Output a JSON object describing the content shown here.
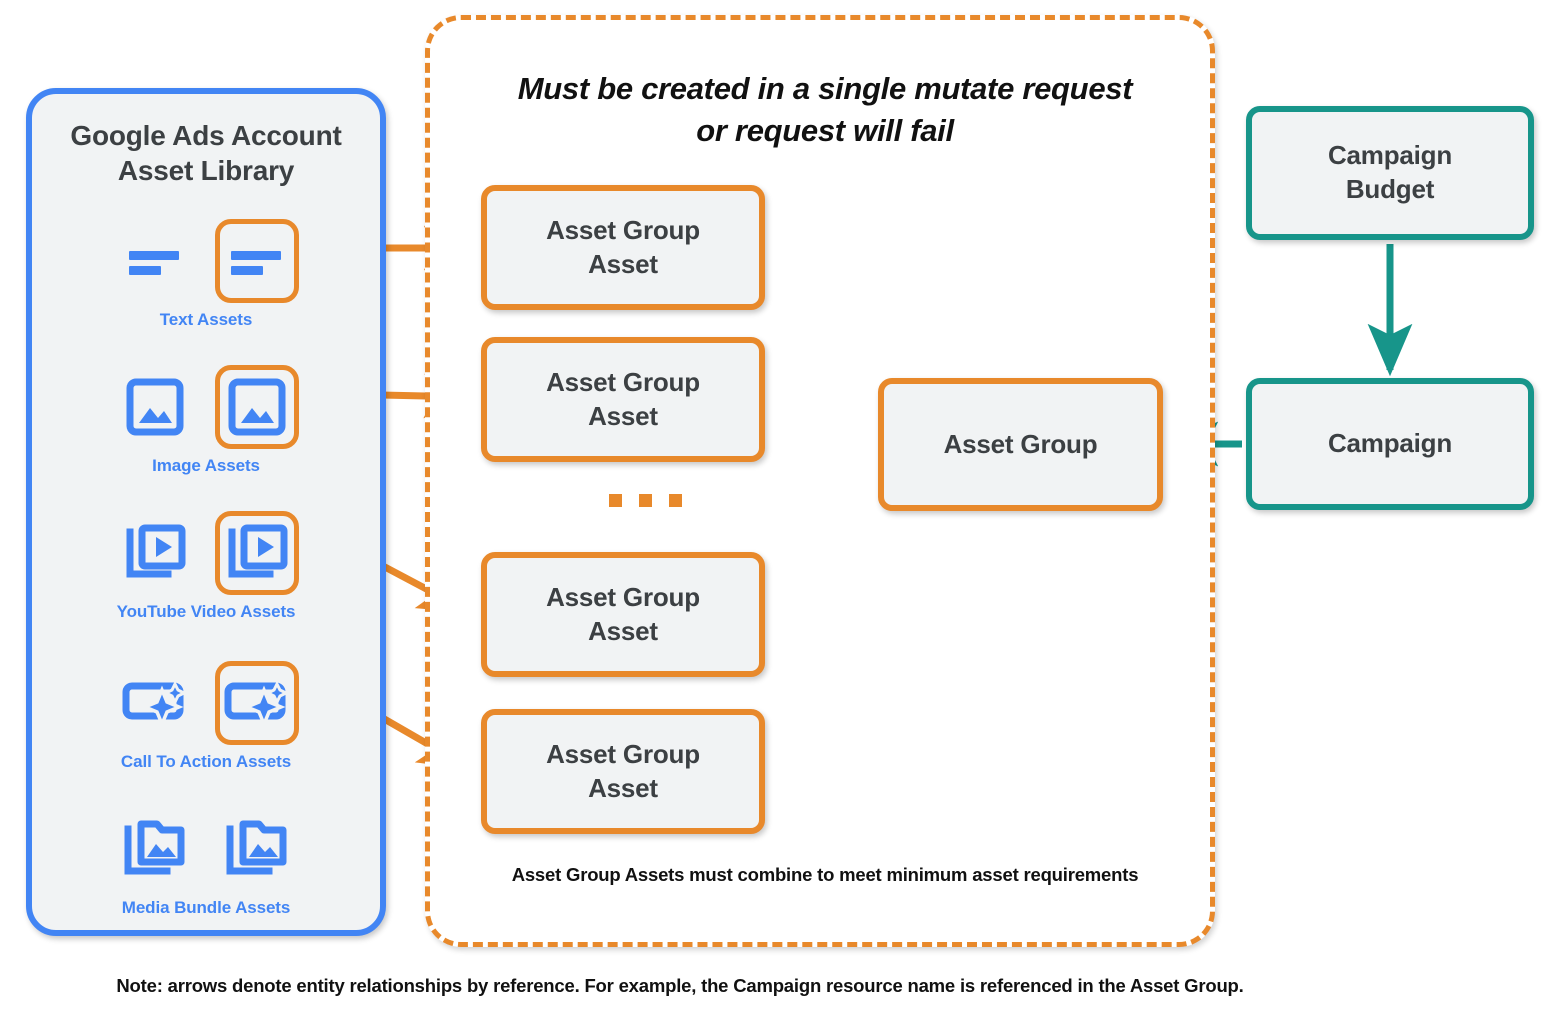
{
  "colors": {
    "blue": "#4285F4",
    "orange": "#E8892B",
    "teal": "#17958A",
    "box_fill": "#F1F3F4",
    "text_dark": "#3C4043",
    "note_text": "#111111"
  },
  "asset_library": {
    "title": "Google Ads Account\nAsset Library",
    "title_line1": "Google Ads Account",
    "title_line2": "Asset Library",
    "rows": [
      {
        "caption": "Text Assets",
        "icon": "text-lines-icon",
        "count": 2,
        "highlighted_index": 1
      },
      {
        "caption": "Image Assets",
        "icon": "image-icon",
        "count": 2,
        "highlighted_index": 1
      },
      {
        "caption": "YouTube Video  Assets",
        "icon": "video-stack-icon",
        "count": 2,
        "highlighted_index": 1
      },
      {
        "caption": "Call To Action Assets",
        "icon": "call-to-action-icon",
        "count": 2,
        "highlighted_index": 1
      },
      {
        "caption": "Media Bundle  Assets",
        "icon": "media-bundle-folder-icon",
        "count": 2,
        "highlighted_index": -1
      }
    ]
  },
  "mutate_container": {
    "note_line1": "Must be created in a single mutate request",
    "note_line2": "or request will fail",
    "note": "Must be created in a single mutate request or request will fail",
    "footnote": "Asset Group Assets must combine to meet minimum asset requirements",
    "asset_group_assets": [
      {
        "label_line1": "Asset Group",
        "label_line2": "Asset"
      },
      {
        "label_line1": "Asset Group",
        "label_line2": "Asset"
      },
      {
        "label_line1": "Asset Group",
        "label_line2": "Asset"
      },
      {
        "label_line1": "Asset Group",
        "label_line2": "Asset"
      }
    ],
    "ellipsis": "..."
  },
  "nodes": {
    "asset_group": "Asset Group",
    "campaign_budget_line1": "Campaign",
    "campaign_budget_line2": "Budget",
    "campaign_budget": "Campaign Budget",
    "campaign": "Campaign"
  },
  "page_note": "Note: arrows denote entity relationships by reference. For example, the Campaign resource name is referenced in the Asset Group."
}
